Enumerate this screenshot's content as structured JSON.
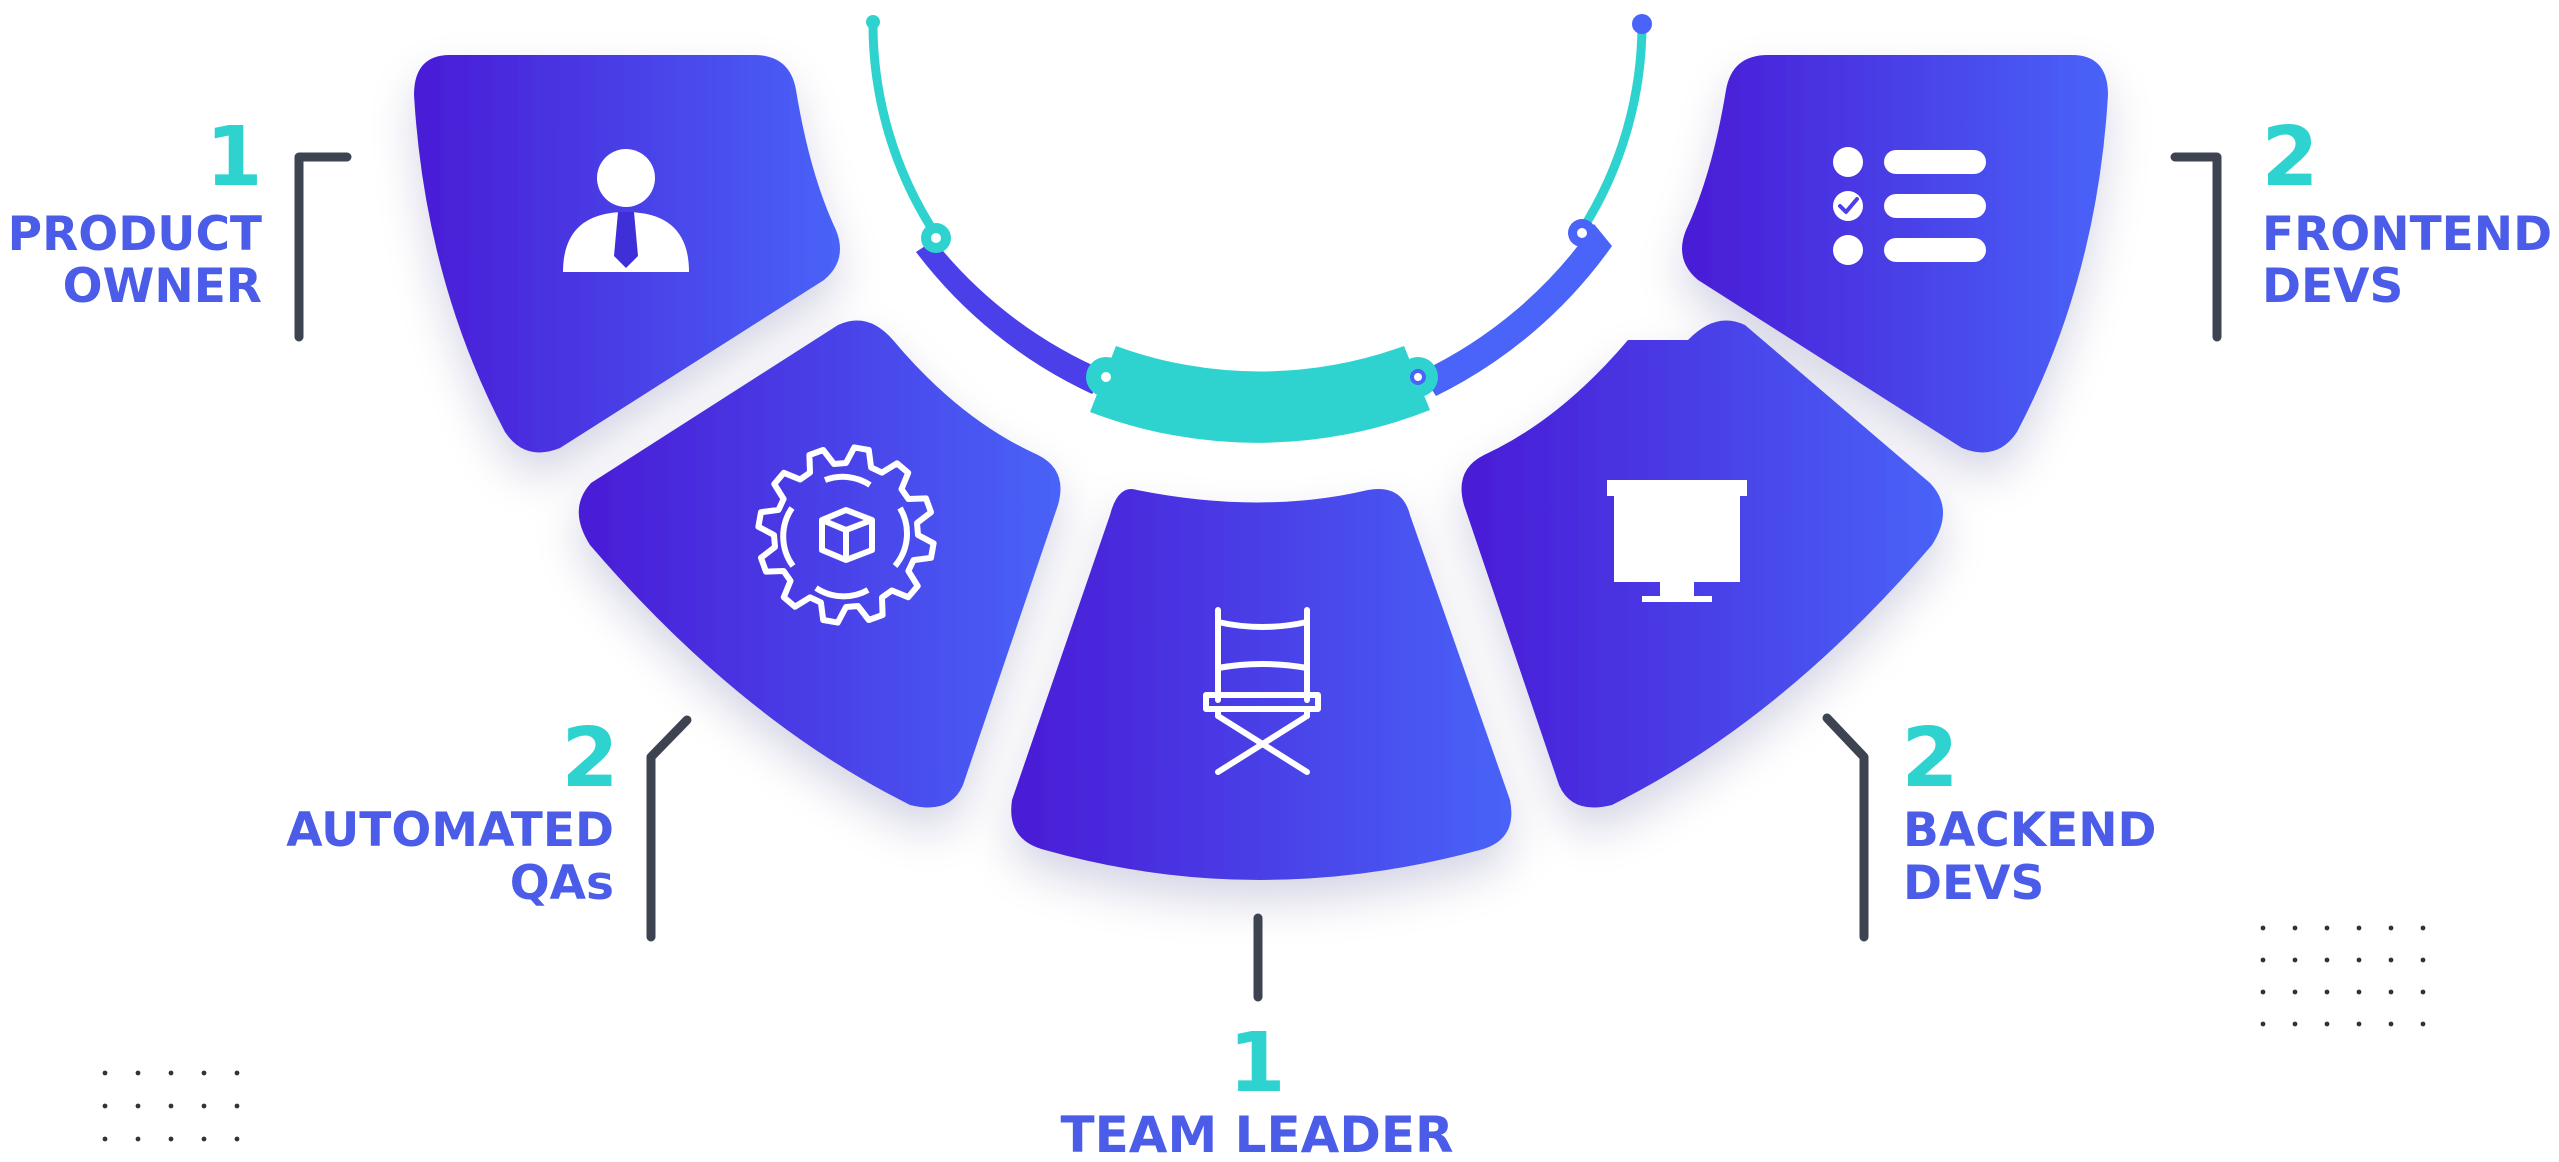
{
  "colors": {
    "blue_dark": "#4A1BD6",
    "blue_light": "#4A63F8",
    "teal": "#2ED3D0",
    "text_blue": "#4A5CE8",
    "connector": "#3D4350"
  },
  "roles": [
    {
      "id": "product-owner",
      "count": "1",
      "line1": "PRODUCT",
      "line2": "OWNER",
      "icon": "person-with-tie-icon"
    },
    {
      "id": "automated-qas",
      "count": "2",
      "line1": "AUTOMATED",
      "line2": "QAs",
      "icon": "gear-with-box-icon"
    },
    {
      "id": "team-leader",
      "count": "1",
      "line1": "TEAM LEADER",
      "line2": "",
      "icon": "directors-chair-icon"
    },
    {
      "id": "backend-devs",
      "count": "2",
      "line1": "BACKEND",
      "line2": "DEVS",
      "icon": "monitor-icon"
    },
    {
      "id": "frontend-devs",
      "count": "2",
      "line1": "FRONTEND",
      "line2": "DEVS",
      "icon": "checklist-icon"
    }
  ]
}
